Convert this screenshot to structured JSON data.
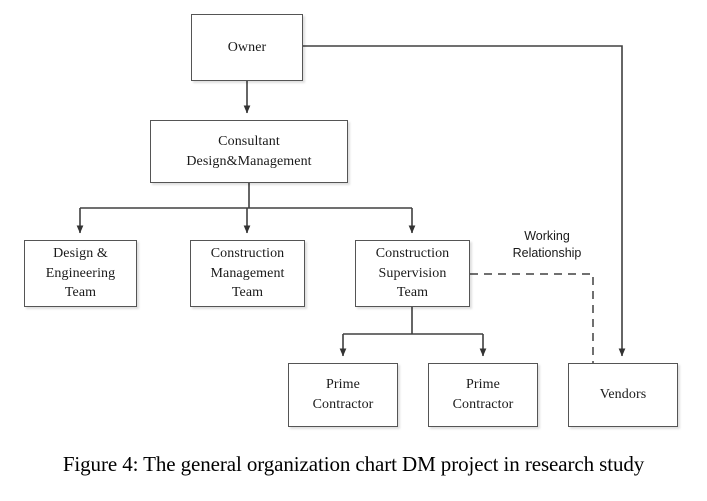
{
  "figure": {
    "caption": "Figure 4: The general organization chart DM project in research study"
  },
  "diagram": {
    "type": "organization-chart",
    "background_color": "#ffffff",
    "line_color": "#404040",
    "box_border_color": "#555555",
    "nodes": [
      {
        "id": "owner",
        "label": "Owner",
        "level": 0
      },
      {
        "id": "consultant",
        "label": "Consultant\nDesign&Management",
        "level": 1
      },
      {
        "id": "design",
        "label": "Design &\nEngineering\nTeam",
        "level": 2
      },
      {
        "id": "conmgmt",
        "label": "Construction\nManagement\nTeam",
        "level": 2
      },
      {
        "id": "consup",
        "label": "Construction\nSupervision\nTeam",
        "level": 2
      },
      {
        "id": "prime1",
        "label": "Prime\nContractor",
        "level": 3
      },
      {
        "id": "prime2",
        "label": "Prime\nContractor",
        "level": 3
      },
      {
        "id": "vendors",
        "label": "Vendors",
        "level": 3
      }
    ],
    "annotations": [
      {
        "id": "working-relationship",
        "text": "Working\nRelationship",
        "style": "dashed-connector-label"
      }
    ],
    "edges": [
      {
        "from": "owner",
        "to": "consultant",
        "style": "solid",
        "arrow": true
      },
      {
        "from": "owner",
        "to": "vendors",
        "style": "solid",
        "arrow": true
      },
      {
        "from": "consultant",
        "to": "design",
        "style": "solid",
        "arrow": true
      },
      {
        "from": "consultant",
        "to": "conmgmt",
        "style": "solid",
        "arrow": true
      },
      {
        "from": "consultant",
        "to": "consup",
        "style": "solid",
        "arrow": true
      },
      {
        "from": "consup",
        "to": "prime1",
        "style": "solid",
        "arrow": true
      },
      {
        "from": "consup",
        "to": "prime2",
        "style": "solid",
        "arrow": true
      },
      {
        "from": "consup",
        "to": "vendors",
        "style": "dashed",
        "arrow": false,
        "label": "Working Relationship"
      }
    ]
  }
}
